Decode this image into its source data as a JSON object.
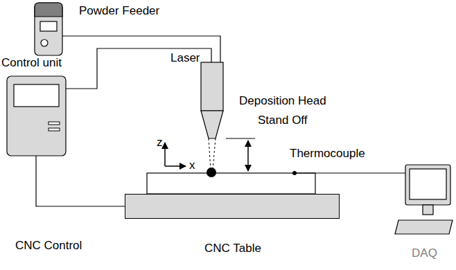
{
  "diagram": {
    "nodes": [
      {
        "text": [
          "Powder Feeder"
        ]
      },
      {
        "text": [
          "Control unit"
        ]
      },
      {
        "text": [
          "Deposition Head"
        ]
      },
      {
        "text": [
          "CNC Table"
        ]
      },
      {
        "text": [
          "DAQ"
        ]
      }
    ],
    "edges": [
      {
        "from": 0,
        "to": 2,
        "arrow": "none"
      },
      {
        "from": 1,
        "to": 2,
        "label": "Laser",
        "arrow": "none"
      },
      {
        "from": 1,
        "to": 3,
        "arrow": "none"
      }
    ],
    "labels": [
      "z",
      "x",
      "Stand Off",
      "Thermocouple",
      "CNC Control"
    ]
  }
}
